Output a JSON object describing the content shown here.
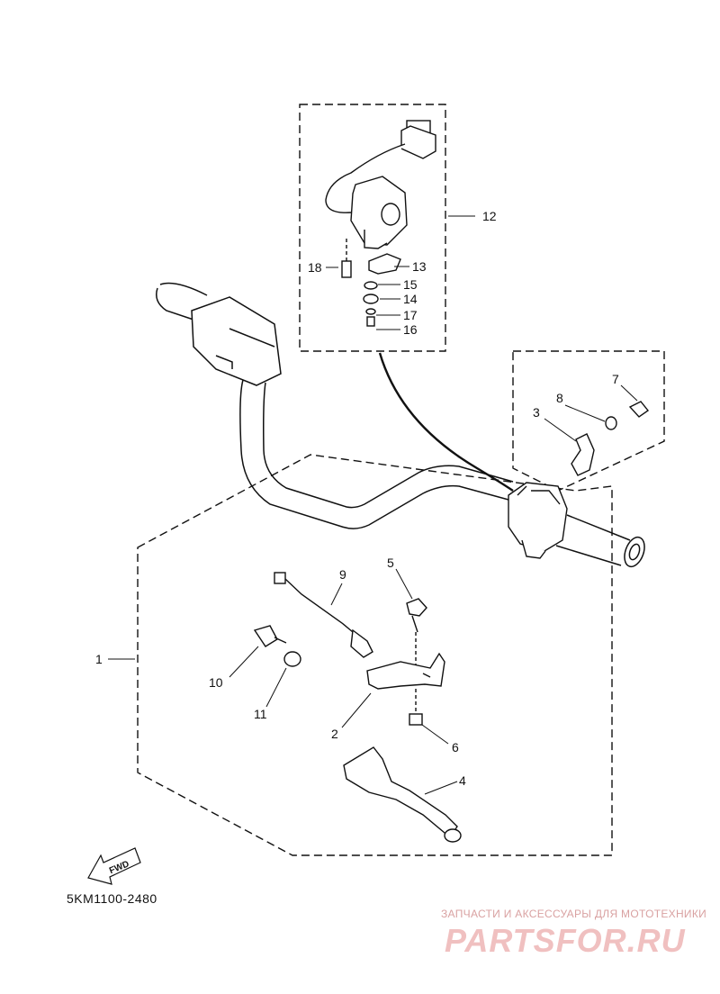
{
  "diagram": {
    "part_code": "5KM1100-2480",
    "fwd_label": "FWD",
    "callouts": [
      "1",
      "2",
      "3",
      "4",
      "5",
      "6",
      "7",
      "8",
      "9",
      "10",
      "11",
      "12",
      "13",
      "14",
      "15",
      "16",
      "17",
      "18"
    ]
  },
  "watermark": {
    "line": "ЗАПЧАСТИ И АКСЕССУАРЫ ДЛЯ МОТОТЕХНИКИ",
    "logo": "PARTSFOR.RU"
  }
}
